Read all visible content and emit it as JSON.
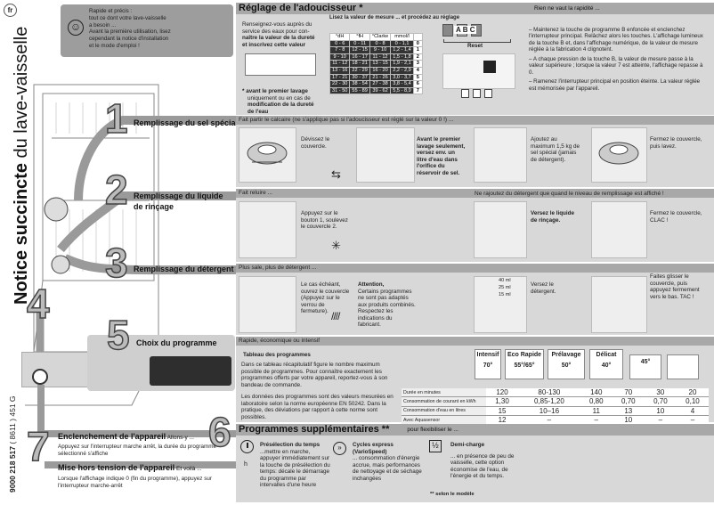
{
  "lang_badge": "fr",
  "side_title_bold": "Notice succincte",
  "side_title_rest": " du lave-vaisselle",
  "doc_number": "9000 218 517",
  "doc_number_suffix": " ( 8611 )   451 G",
  "intro": {
    "lines": [
      "Rapide et précis :",
      "tout ce dont votre lave-vaisselle",
      "a besoin ...",
      "Avant la première utilisation, lisez",
      "cependant la notice d'installation",
      "et le mode d'emploi !"
    ]
  },
  "softener": {
    "title": "Réglage de l'adoucisseur *",
    "right_note": "Rien ne vaut la rapidité ...",
    "ask_lines": [
      "Renseignez-vous auprès du",
      "service des eaux pour con-",
      "naître la valeur de la dureté",
      "et inscrivez cette valeur"
    ],
    "note_lines": [
      "* avant le premier lavage",
      "uniquement ou en cas de",
      "modification de la dureté",
      "de l'eau"
    ],
    "table_caption": "Lisez la valeur de mesure ... et procédez au réglage",
    "table_head": [
      "°dH",
      "°fH",
      "°Clarke",
      "mmol/l"
    ],
    "table_rows": [
      [
        "0 - 6",
        "0 - 11",
        "0 - 8",
        "0 - 1,1",
        "0"
      ],
      [
        "7 - 8",
        "12 - 15",
        "9 - 10",
        "1,2 - 1,4",
        "1"
      ],
      [
        "9 - 10",
        "16 - 17",
        "11 - 12",
        "1,5 - 1,8",
        "2"
      ],
      [
        "11 - 12",
        "18 - 21",
        "13 - 15",
        "1,9 - 2,1",
        "3"
      ],
      [
        "13 - 16",
        "22 - 29",
        "16 - 20",
        "2,2 - 2,9",
        "4"
      ],
      [
        "17 - 21",
        "30 - 37",
        "21 - 26",
        "3,0 - 3,7",
        "5"
      ],
      [
        "22 - 30",
        "38 - 54",
        "27 - 38",
        "3,8 - 5,4",
        "6"
      ],
      [
        "31 - 50",
        "55 - 89",
        "39 - 62",
        "5,5 - 8,9",
        "7"
      ]
    ],
    "reset": "Reset",
    "steps": [
      "– Maintenez la touche de programme B enfoncée et enclenchez l'interrupteur principal. Relâchez alors les touches. L'affichage lumineux de la touche B et, dans l'affichage numérique, de la valeur de mesure réglée à la fabrication 4 clignotent.",
      "– A chaque pression de la touche B, la valeur de mesure passe à la valeur supérieure ; lorsque la valeur 7 est atteinte, l'affichage repasse à 0.",
      "– Ramenez l'interrupteur principal en position éteinte. La valeur réglée est mémorisée par l'appareil."
    ]
  },
  "salt": {
    "title": "Remplissage du sel spécial",
    "band": "Fait partir le calcaire (ne s'applique pas si l'adoucisseur est réglé sur la valeur 0 !) ...",
    "t1": "Dévissez le couvercle.",
    "t2": "Avant le premier lavage seulement, versez env. un litre d'eau dans l'orifice du réservoir de sel.",
    "t3": "Ajoutez au maximum 1,5 kg de sel spécial (jamais de détergent).",
    "t4": "Fermez le couvercle, puis lavez."
  },
  "rinse": {
    "title": "Remplissage du liquide de rinçage",
    "band": "Fait reluire ...",
    "band_right": "Ne rajoutez du détergent que quand le niveau de remplissage est affiché !",
    "t1": "Appuyez sur le bouton 1, soulevez le couvercle 2.",
    "t2": "Versez le liquide de rinçage.",
    "t3": "Fermez le couvercle, CLAC !"
  },
  "detergent": {
    "title": "Remplissage du détergent",
    "band": "Plus sale, plus de détergent ...",
    "t1": "Le cas échéant, ouvrez le couvercle (Appuyez sur le verrou de fermeture).",
    "t2_title": "Attention,",
    "t2": "Certains programmes ne sont pas adaptés aux produits combinés. Respectez les indications du fabricant.",
    "levels": [
      "40 ml",
      "25 ml",
      "15 ml"
    ],
    "t3": "Versez le détergent.",
    "t4": "Faites glisser le couvercle, puis appuyez fermement vers le bas. TAC !"
  },
  "program": {
    "title": "Choix du programme",
    "band": "Rapide, économique ou intensif",
    "table_title": "Tableau des programmes",
    "desc1": "Dans ce tableau récapitulatif figure le nombre maximum possible de programmes. Pour connaître exactement les programmes offerts par votre appareil, reportez-vous à son bandeau de commande.",
    "desc2": "Les données des programmes sont des valeurs mesurées en laboratoire selon la norme européenne EN 50242. Dans la pratique, des déviations par rapport à cette norme sont possibles.",
    "progs": [
      {
        "name": "Intensif",
        "temp": "70°"
      },
      {
        "name": "Eco Rapide",
        "temp": "55°/65°"
      },
      {
        "name": "Prélavage",
        "temp": "50°"
      },
      {
        "name": "Délicat",
        "temp": "40°"
      },
      {
        "name": "",
        "temp": "45°"
      },
      {
        "name": "",
        "temp": ""
      }
    ],
    "rows": [
      {
        "label": "Durée en minutes",
        "vals": [
          "120",
          "80-130",
          "140",
          "70",
          "30",
          "20"
        ]
      },
      {
        "label": "Consommation de courant en kWh",
        "vals": [
          "1,30",
          "0,85-1,20",
          "0,80",
          "0,70",
          "0,70",
          "0,10"
        ]
      },
      {
        "label": "Consommation d'eau en litres",
        "vals": [
          "15",
          "10–16",
          "11",
          "13",
          "10",
          "4"
        ]
      },
      {
        "label": "Avec Aquasensor",
        "vals": [
          "12",
          "–",
          "–",
          "10",
          "–",
          "–"
        ]
      }
    ]
  },
  "extra": {
    "title": "Programmes supplémentaires **",
    "sub": "pour flexibiliser le ...",
    "items": [
      {
        "title": "Présélection du temps",
        "text": "...mettre en marche, appuyer immédiatement sur la touche de présélection du temps: décale le démarrage du programme par intervalles d'une heure"
      },
      {
        "title": "Cycles express (VarioSpeed)",
        "text": "... consommation d'énergie accrue, mais performances de nettoyage et de séchage inchangées"
      },
      {
        "title": "Demi-charge",
        "text": "... en présence de peu de vaisselle, cette option économise de l'eau, de l'énergie et du temps."
      }
    ],
    "footnote": "** selon le modèle",
    "icon_h": "h"
  },
  "switch_on": {
    "title": "Enclenchement de l'appareil",
    "title_sub": " Allons-y ...",
    "text": "Appuyez sur l'interrupteur marche arrêt, la durée du programme sélectionné s'affiche"
  },
  "switch_off": {
    "title": "Mise hors tension de l'appareil",
    "title_sub": " Et voilà ...",
    "text": "Lorsque l'affichage indique 0 (fin du programme), appuyez sur l'interrupteur marche-arrêt"
  },
  "abc": "A B C",
  "step_numbers": [
    "1",
    "2",
    "3",
    "4",
    "5",
    "6",
    "7"
  ]
}
